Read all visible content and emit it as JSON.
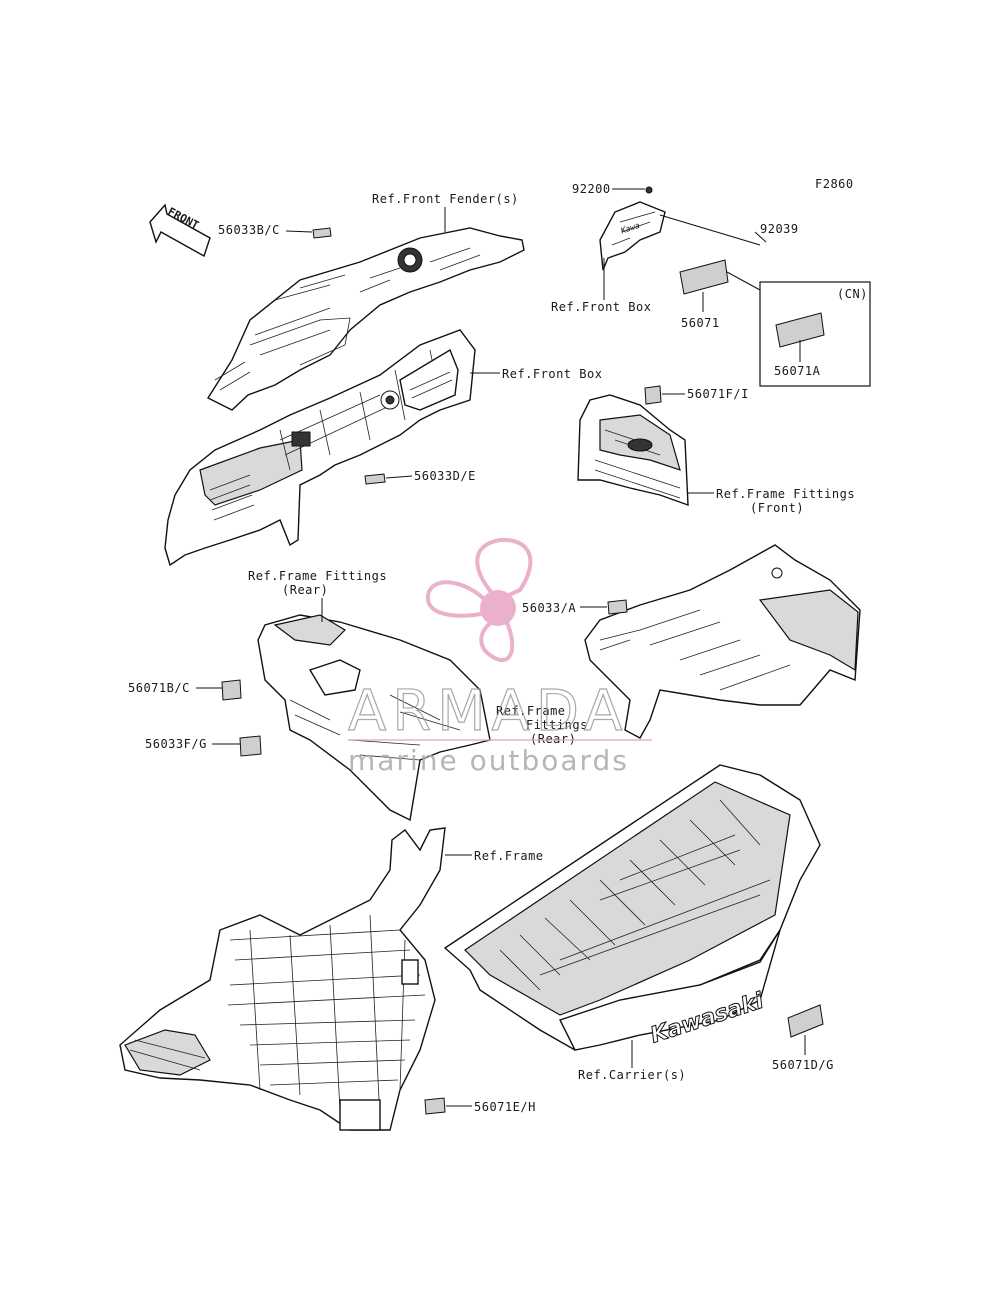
{
  "figure_code": "F2860",
  "front_arrow_label": "FRONT",
  "labels": {
    "ref_front_fender": "Ref.Front Fender(s)",
    "p56033BC": "56033B/C",
    "p92200": "92200",
    "p92039": "92039",
    "ref_front_box_top": "Ref.Front Box",
    "p56071": "56071",
    "cn": "(CN)",
    "p56071A": "56071A",
    "ref_front_box": "Ref.Front Box",
    "p56071FI": "56071F/I",
    "p56033DE": "56033D/E",
    "ref_frame_fittings_front_1": "Ref.Frame Fittings",
    "ref_frame_fittings_front_2": "(Front)",
    "ref_frame_fittings_rear_1": "Ref.Frame Fittings",
    "ref_frame_fittings_rear_2": "(Rear)",
    "p56033A": "56033/A",
    "p56071BC": "56071B/C",
    "ref_frame_fittings_rear_mid_1": "Ref.Frame",
    "ref_frame_fittings_rear_mid_2": "Fittings",
    "ref_frame_fittings_rear_mid_3": "(Rear)",
    "p56033FG": "56033F/G",
    "ref_frame": "Ref.Frame",
    "ref_carrier": "Ref.Carrier(s)",
    "p56071DG": "56071D/G",
    "p56071EH": "56071E/H",
    "carrier_brand": "Kawasaki"
  },
  "watermark": {
    "brand": "ARMADA",
    "tagline": "marine outboards",
    "color": "#e8a3c4"
  }
}
